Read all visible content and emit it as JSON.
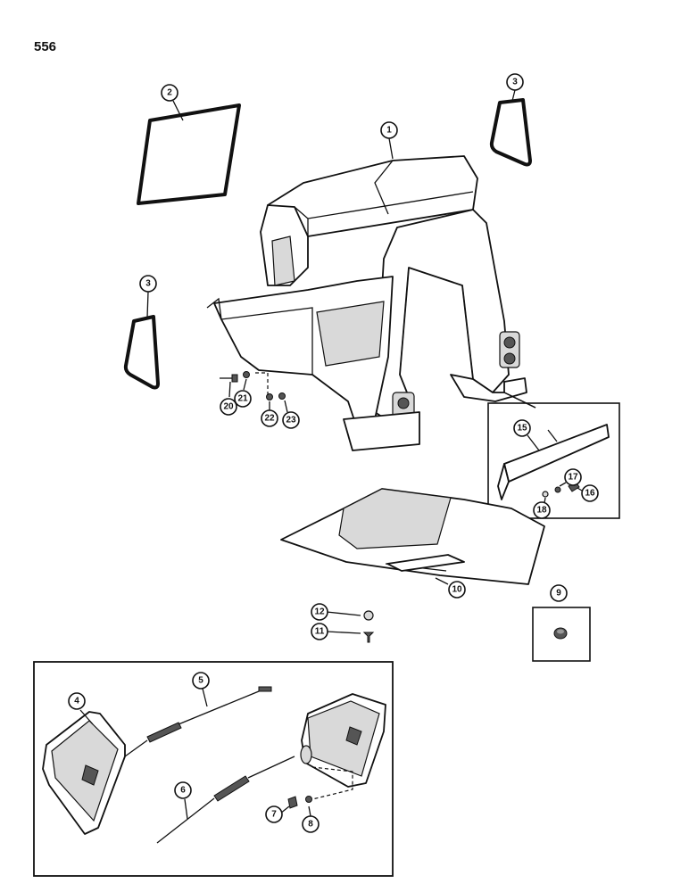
{
  "page_number": "556",
  "callouts": {
    "c1": "1",
    "c2": "2",
    "c3a": "3",
    "c3b": "3",
    "c4": "4",
    "c5": "5",
    "c6": "6",
    "c7": "7",
    "c8": "8",
    "c9": "9",
    "c10": "10",
    "c11": "11",
    "c12": "12",
    "c15": "15",
    "c16": "16",
    "c17": "17",
    "c18": "18",
    "c20": "20",
    "c21": "21",
    "c22": "22",
    "c23": "23"
  }
}
